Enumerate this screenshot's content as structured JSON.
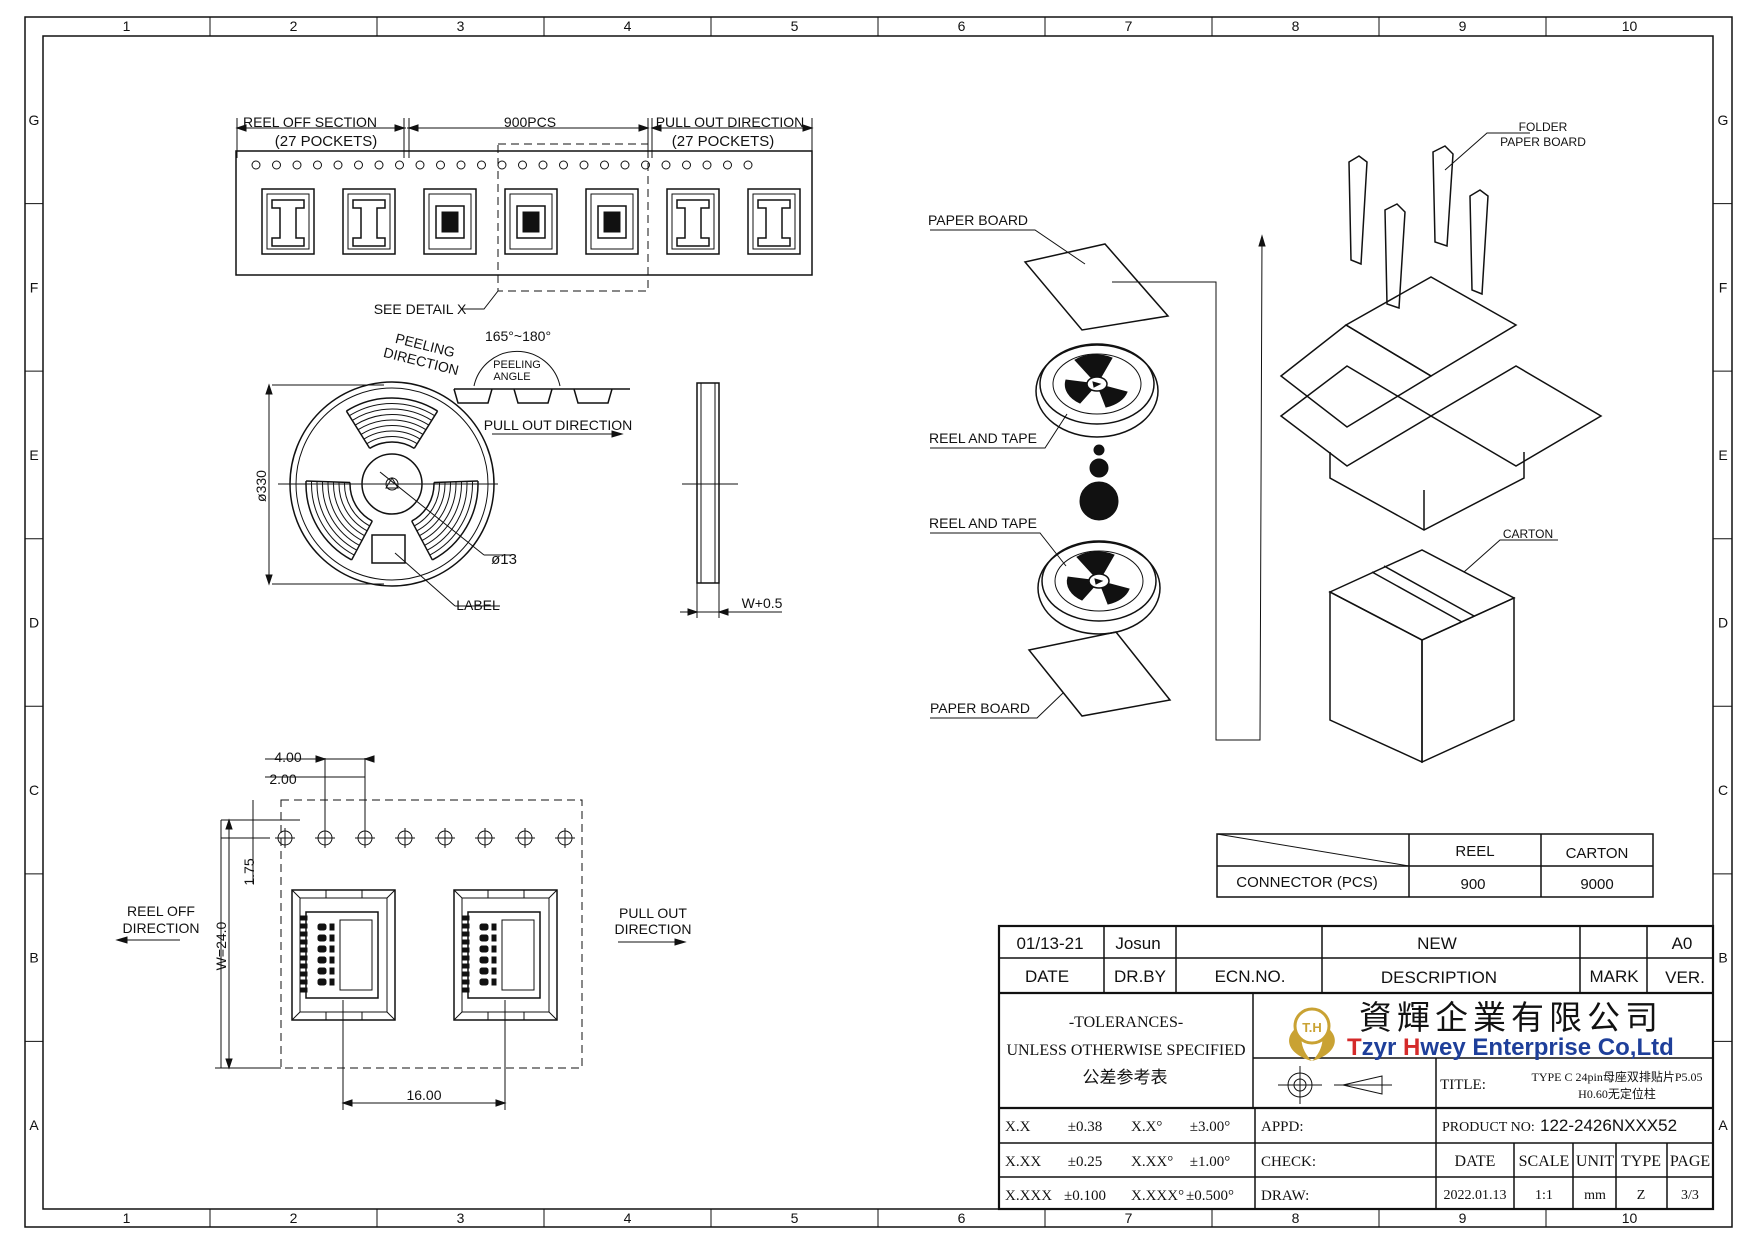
{
  "frame": {
    "col_labels": [
      "1",
      "2",
      "3",
      "4",
      "5",
      "6",
      "7",
      "8",
      "9",
      "10"
    ],
    "row_labels": [
      "G",
      "F",
      "E",
      "D",
      "C",
      "B",
      "A"
    ]
  },
  "tape": {
    "reel_off_section": "REEL OFF SECTION",
    "reel_off_pockets": "(27 POCKETS)",
    "quantity": "900PCS",
    "pull_out_direction": "PULL OUT DIRECTION",
    "pull_out_pockets": "(27 POCKETS)",
    "see_detail": "SEE DETAIL X"
  },
  "reel": {
    "peeling_direction_1": "PEELING",
    "peeling_direction_2": "DIRECTION",
    "angle": "165°~180°",
    "peeling_angle_1": "PEELING",
    "peeling_angle_2": "ANGLE",
    "pull_out_direction": "PULL OUT DIRECTION",
    "diameter": "ø330",
    "hub_diameter": "ø13",
    "label": "LABEL",
    "width": "W+0.5"
  },
  "detail": {
    "pitch": "4.00",
    "half_pitch": "2.00",
    "hole_offset": "1.75",
    "tape_width": "W=24.0",
    "pocket_pitch": "16.00",
    "reel_off_1": "REEL OFF",
    "reel_off_2": "DIRECTION",
    "pull_out_1": "PULL OUT",
    "pull_out_2": "DIRECTION"
  },
  "packing": {
    "folder_1": "FOLDER",
    "folder_2": "PAPER BOARD",
    "paper_board_top": "PAPER BOARD",
    "reel_and_tape_1": "REEL AND TAPE",
    "reel_and_tape_2": "REEL AND TAPE",
    "paper_board_bottom": "PAPER BOARD",
    "carton": "CARTON"
  },
  "qty_table": {
    "col_reel": "REEL",
    "col_carton": "CARTON",
    "row_label": "CONNECTOR (PCS)",
    "reel_value": "900",
    "carton_value": "9000"
  },
  "title_block": {
    "rev_date": "01/13-21",
    "rev_by": "Josun",
    "rev_desc": "NEW",
    "rev_ver": "A0",
    "h_date": "DATE",
    "h_drby": "DR.BY",
    "h_ecn": "ECN.NO.",
    "h_desc": "DESCRIPTION",
    "h_mark": "MARK",
    "h_ver": "VER.",
    "tol_title": "-TOLERANCES-",
    "tol_unless": "UNLESS OTHERWISE SPECIFIED",
    "tol_cn": "公差参考表",
    "logo_text": "T.H",
    "company_cn": "資輝企業有限公司",
    "company_en_t": "T",
    "company_en_1": "zyr ",
    "company_en_h": "H",
    "company_en_2": "wey Enterprise Co,Ltd",
    "title_label": "TITLE:",
    "title_1": "TYPE C 24pin母座双排贴片P5.05",
    "title_2": "H0.60无定位柱",
    "tol_rows": [
      {
        "a": "X.X",
        "b": "±0.38",
        "c": "X.X°",
        "d": "±3.00°",
        "e": "APPD:"
      },
      {
        "a": "X.XX",
        "b": "±0.25",
        "c": "X.XX°",
        "d": "±1.00°",
        "e": "CHECK:"
      },
      {
        "a": "X.XXX",
        "b": "±0.100",
        "c": "X.XXX°",
        "d": "±0.500°",
        "e": "DRAW:"
      }
    ],
    "product_no_label": "PRODUCT NO:",
    "product_no": "122-2426NXXX52",
    "h_date2": "DATE",
    "h_scale": "SCALE",
    "h_unit": "UNIT",
    "h_type": "TYPE",
    "h_page": "PAGE",
    "date": "2022.01.13",
    "scale": "1:1",
    "unit": "mm",
    "type": "Z",
    "page": "3/3"
  },
  "colors": {
    "line": "#111111",
    "logo_gold": "#c9a233",
    "company_red": "#d42a2a",
    "company_blue": "#1e3f9a"
  }
}
